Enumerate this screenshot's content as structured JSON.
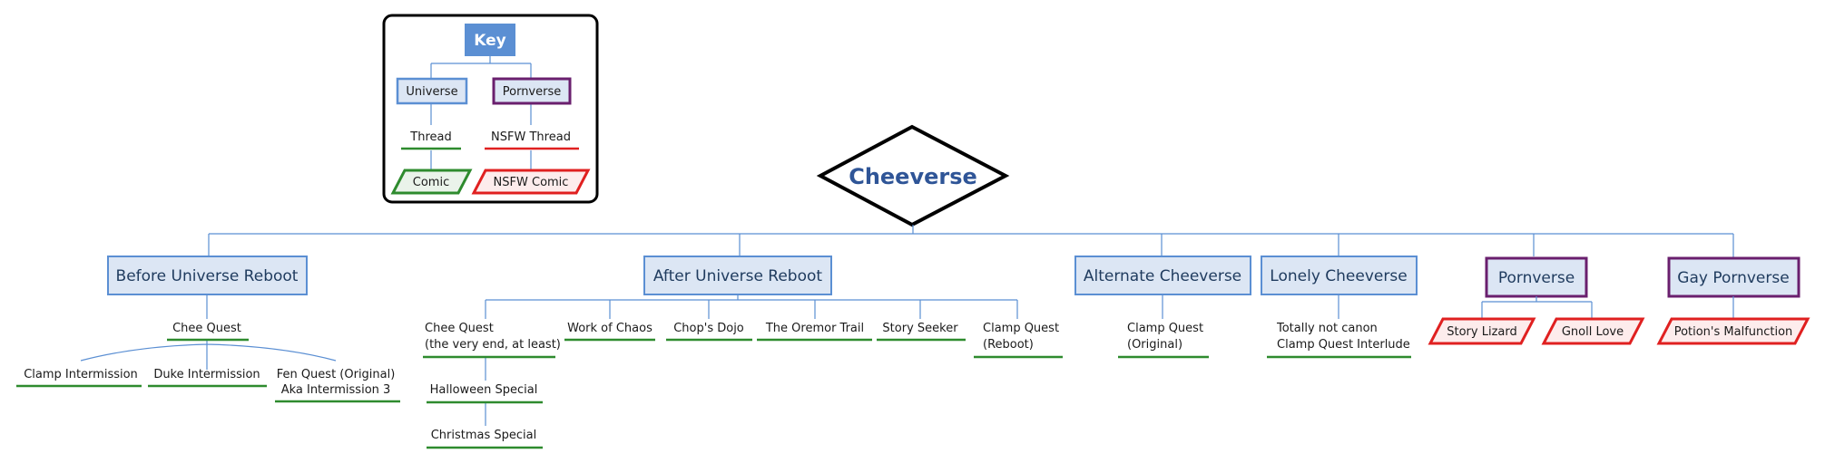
{
  "colors": {
    "universe_border": "#5b8fd3",
    "universe_fill": "#dce6f4",
    "pornverse_border": "#6a1f6e",
    "thread_underline": "#2e8b2e",
    "nsfw_underline": "#e02020",
    "comic_fill": "#eaf3ea",
    "nsfw_comic_fill": "#fdecec",
    "key_fill": "#5b8fd3",
    "connector": "#5b8fd3"
  },
  "key": {
    "title": "Key",
    "universe": "Universe",
    "pornverse": "Pornverse",
    "thread": "Thread",
    "nsfw_thread": "NSFW Thread",
    "comic": "Comic",
    "nsfw_comic": "NSFW Comic"
  },
  "root": {
    "label": "Cheeverse"
  },
  "branches": {
    "before": {
      "label": "Before Universe Reboot",
      "chee_quest": "Chee Quest",
      "clamp_intermission": "Clamp Intermission",
      "duke_intermission": "Duke Intermission",
      "fen_quest_1": "Fen Quest (Original)",
      "fen_quest_2": "Aka Intermission 3"
    },
    "after": {
      "label": "After Universe Reboot",
      "chee_quest_1": "Chee Quest",
      "chee_quest_2": "(the very end, at least)",
      "halloween": "Halloween Special",
      "christmas": "Christmas Special",
      "work_of_chaos": "Work of Chaos",
      "chops_dojo": "Chop's Dojo",
      "oremor_trail": "The Oremor Trail",
      "story_seeker": "Story Seeker",
      "clamp_reboot_1": "Clamp Quest",
      "clamp_reboot_2": "(Reboot)"
    },
    "alternate": {
      "label": "Alternate Cheeverse",
      "clamp_original_1": "Clamp Quest",
      "clamp_original_2": "(Original)"
    },
    "lonely": {
      "label": "Lonely Cheeverse",
      "item_1": "Totally not canon",
      "item_2": "Clamp Quest Interlude"
    },
    "pornverse": {
      "label": "Pornverse",
      "story_lizard": "Story Lizard",
      "gnoll_love": "Gnoll Love"
    },
    "gay_pornverse": {
      "label": "Gay Pornverse",
      "potions": "Potion's Malfunction"
    }
  }
}
